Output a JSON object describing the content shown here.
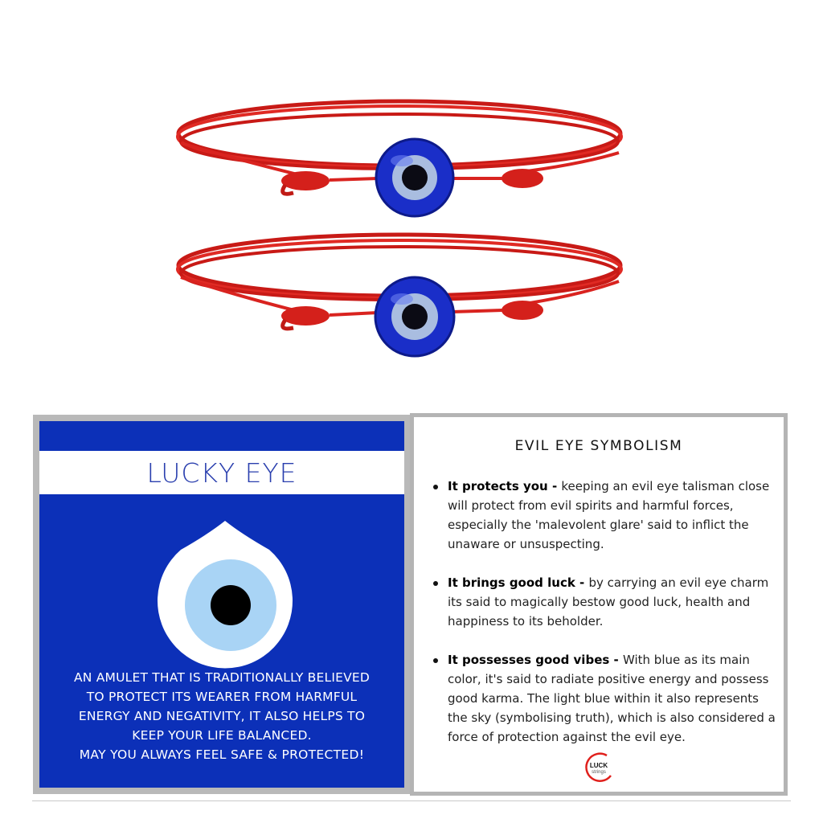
{
  "colors": {
    "card_blue": "#0c30b8",
    "title_text": "#2a3fae",
    "cord_red": "#d9231f",
    "bead_blue": "#1a2ec8",
    "light_blue": "#a9d4f5",
    "frame_gray": "#b9b9b9",
    "logo_red": "#e0201c"
  },
  "icons": {
    "bracelet": "bracelet-icon",
    "evil_eye": "evil-eye-icon",
    "logo": "luck-strings-logo"
  },
  "lucky_card": {
    "title": "LUCKY EYE",
    "description": "An amulet that is traditionally believed to protect its wearer from harmful energy and negativity, it also helps to keep your life balanced.",
    "wish": "MAY YOU ALWAYS FEEL SAFE & PROTECTED!"
  },
  "symbolism_card": {
    "title": "EVIL EYE SYMBOLISM",
    "bullets": [
      {
        "lead": "It protects you - ",
        "text": "keeping an evil eye talisman close will protect from evil spirits and harmful forces, especially the 'malevolent glare' said to inflict the unaware or unsuspecting."
      },
      {
        "lead": "It brings good luck - ",
        "text": "by carrying an evil eye charm its said to magically bestow good luck, health and happiness to its beholder."
      },
      {
        "lead": "It possesses good vibes - ",
        "text": "With blue as its main color, it's said to radiate positive energy and possess good karma. The light blue within it also represents the sky (symbolising truth), which is also considered a force of protection against the evil eye."
      }
    ]
  },
  "logo": {
    "line1": "LUCK",
    "line2": "strings"
  }
}
